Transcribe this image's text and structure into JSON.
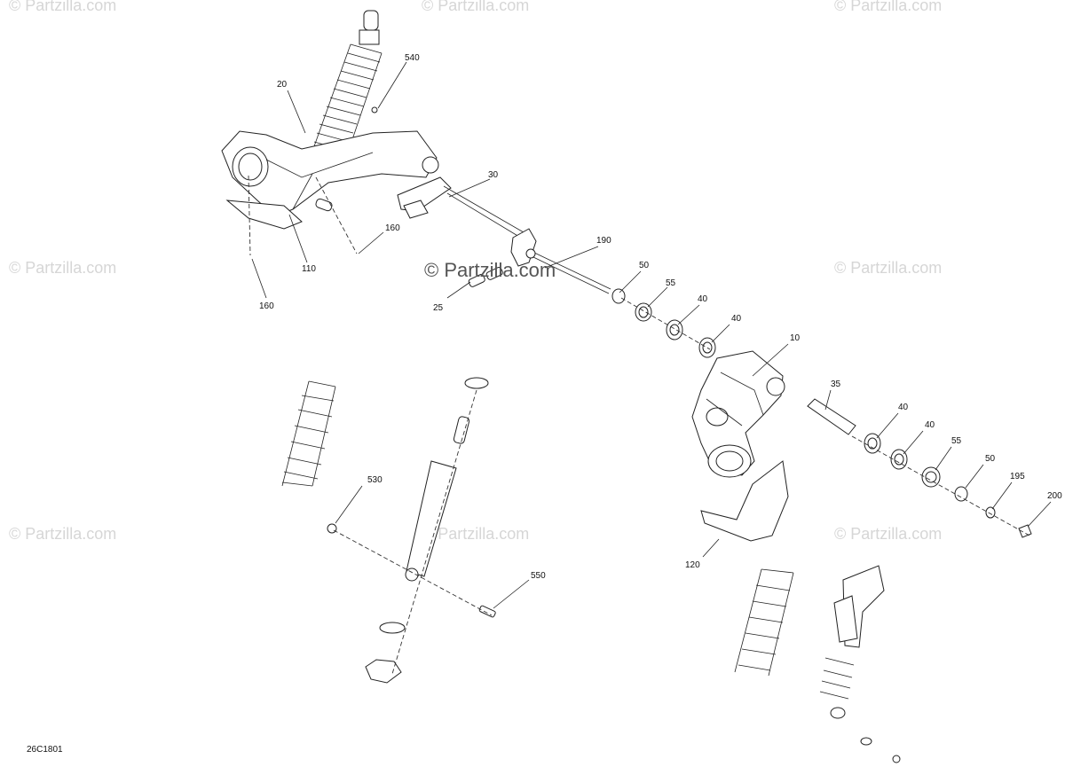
{
  "diagram": {
    "watermark_main": "© Partzilla.com",
    "watermark_repeat": "© Partzilla.com",
    "drawing_code": "26C1801",
    "callouts": [
      {
        "label": "20"
      },
      {
        "label": "540"
      },
      {
        "label": "30"
      },
      {
        "label": "160"
      },
      {
        "label": "110"
      },
      {
        "label": "160"
      },
      {
        "label": "190"
      },
      {
        "label": "25"
      },
      {
        "label": "50"
      },
      {
        "label": "55"
      },
      {
        "label": "40"
      },
      {
        "label": "40"
      },
      {
        "label": "10"
      },
      {
        "label": "35"
      },
      {
        "label": "40"
      },
      {
        "label": "40"
      },
      {
        "label": "55"
      },
      {
        "label": "50"
      },
      {
        "label": "195"
      },
      {
        "label": "200"
      },
      {
        "label": "530"
      },
      {
        "label": "550"
      },
      {
        "label": "120"
      }
    ]
  }
}
